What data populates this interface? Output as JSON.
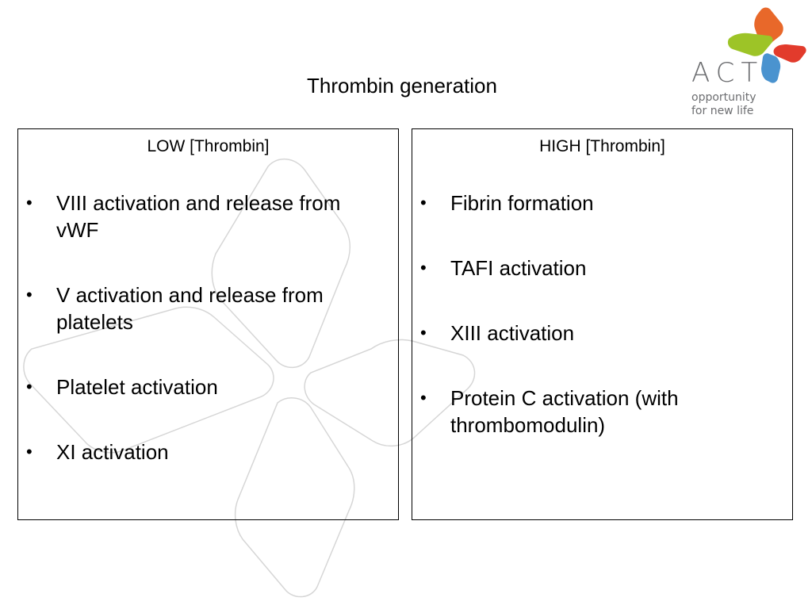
{
  "slide": {
    "title": "Thrombin generation"
  },
  "panels": {
    "low": {
      "heading": "LOW [Thrombin]",
      "items": [
        "VIII activation and release from vWF",
        "V activation and release from platelets",
        "Platelet activation",
        "XI activation"
      ]
    },
    "high": {
      "heading": "HIGH [Thrombin]",
      "items": [
        "Fibrin formation",
        "TAFI activation",
        "XIII activation",
        "Protein C activation (with thrombomodulin)"
      ]
    }
  },
  "logo": {
    "wordmark": "ACT",
    "tagline_line1": "opportunity",
    "tagline_line2": "for new life",
    "colors": {
      "orange": "#e8682a",
      "green": "#9dc427",
      "red": "#e23b2c",
      "blue": "#4a93cf",
      "text": "#6d6e71"
    }
  },
  "bullet_glyph": "•"
}
